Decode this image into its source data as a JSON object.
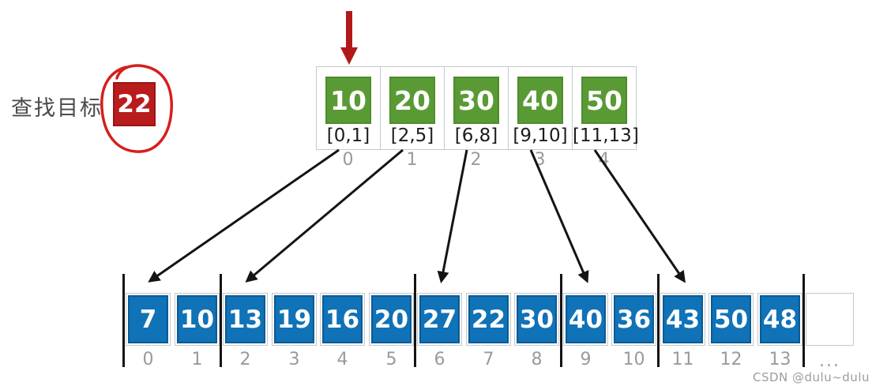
{
  "title": {
    "label": "查找目标"
  },
  "target": {
    "value": "22"
  },
  "index_table": {
    "blocks": [
      {
        "value": "10",
        "range": "[0,1]",
        "index": "0",
        "start": 0
      },
      {
        "value": "20",
        "range": "[2,5]",
        "index": "1",
        "start": 2
      },
      {
        "value": "30",
        "range": "[6,8]",
        "index": "2",
        "start": 6
      },
      {
        "value": "40",
        "range": "[9,10]",
        "index": "3",
        "start": 9
      },
      {
        "value": "50",
        "range": "[11,13]",
        "index": "4",
        "start": 11
      }
    ]
  },
  "main_array": {
    "values": [
      "7",
      "10",
      "13",
      "19",
      "16",
      "20",
      "27",
      "22",
      "30",
      "40",
      "36",
      "43",
      "50",
      "48"
    ],
    "indices": [
      "0",
      "1",
      "2",
      "3",
      "4",
      "5",
      "6",
      "7",
      "8",
      "9",
      "10",
      "11",
      "12",
      "13"
    ],
    "ellipsis": "...",
    "block_boundaries": [
      0,
      2,
      6,
      9,
      11,
      14
    ]
  },
  "icons": {
    "red_down_arrow": "down-arrow-annotation",
    "red_circle": "hand-drawn-circle-annotation",
    "black_arrows": "block-to-array-mapping-arrows"
  },
  "watermark": "CSDN @dulu~dulu",
  "colors": {
    "index_block_green": "#5a9a34",
    "array_blue": "#1072b7",
    "target_red": "#b91c1c",
    "annotation_red": "#d61e1e",
    "arrow_black": "#141414",
    "cell_border_gray": "#c8c8c8",
    "index_text_gray": "#9a9a9a"
  }
}
